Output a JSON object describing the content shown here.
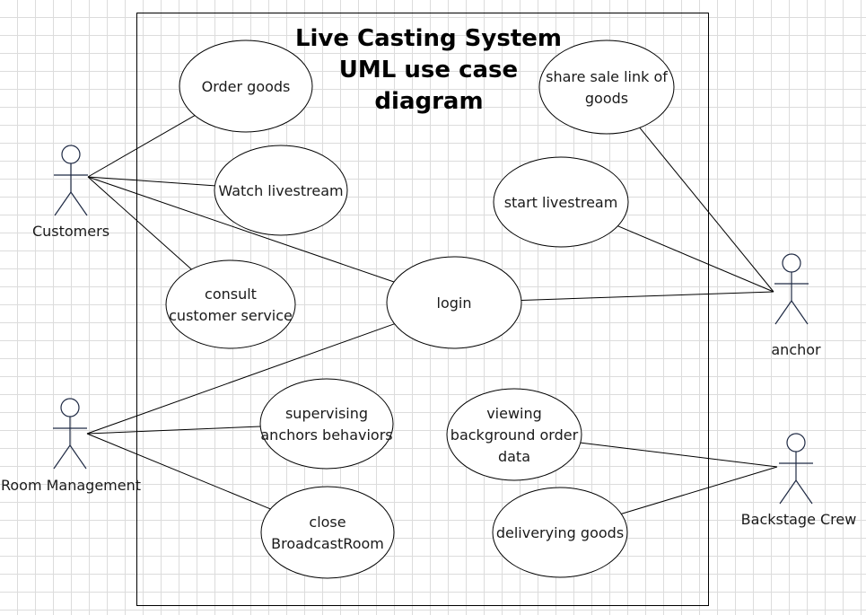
{
  "diagram": {
    "title_lines": [
      "Live Casting System",
      "UML use case",
      "diagram"
    ],
    "colors": {
      "stroke": "#000000",
      "ellipse_fill": "#ffffff",
      "actor_stroke": "#1f2a44",
      "text": "#1a1a1a"
    },
    "actors": [
      {
        "id": "customers",
        "label": "Customers"
      },
      {
        "id": "room-management",
        "label": "Room Management"
      },
      {
        "id": "anchor",
        "label": "anchor"
      },
      {
        "id": "backstage-crew",
        "label": "Backstage Crew"
      }
    ],
    "use_cases": [
      {
        "id": "order-goods",
        "lines": [
          "Order goods"
        ]
      },
      {
        "id": "watch-livestream",
        "lines": [
          "Watch livestream"
        ]
      },
      {
        "id": "consult-customer-service",
        "lines": [
          "consult",
          "customer service"
        ]
      },
      {
        "id": "login",
        "lines": [
          "login"
        ]
      },
      {
        "id": "supervising-anchors-behaviors",
        "lines": [
          "supervising",
          "anchors behaviors"
        ]
      },
      {
        "id": "close-broadcastroom",
        "lines": [
          "close",
          "BroadcastRoom"
        ]
      },
      {
        "id": "share-sale-link-of-goods",
        "lines": [
          "share sale link of",
          "goods"
        ]
      },
      {
        "id": "start-livestream",
        "lines": [
          "start livestream"
        ]
      },
      {
        "id": "viewing-background-order-data",
        "lines": [
          "viewing",
          "background order",
          "data"
        ]
      },
      {
        "id": "deliverying-goods",
        "lines": [
          "deliverying goods"
        ]
      }
    ],
    "associations": [
      [
        "customers",
        "order-goods"
      ],
      [
        "customers",
        "watch-livestream"
      ],
      [
        "customers",
        "consult-customer-service"
      ],
      [
        "customers",
        "login"
      ],
      [
        "room-management",
        "login"
      ],
      [
        "room-management",
        "supervising-anchors-behaviors"
      ],
      [
        "room-management",
        "close-broadcastroom"
      ],
      [
        "anchor",
        "share-sale-link-of-goods"
      ],
      [
        "anchor",
        "start-livestream"
      ],
      [
        "anchor",
        "login"
      ],
      [
        "backstage-crew",
        "viewing-background-order-data"
      ],
      [
        "backstage-crew",
        "deliverying-goods"
      ]
    ]
  }
}
